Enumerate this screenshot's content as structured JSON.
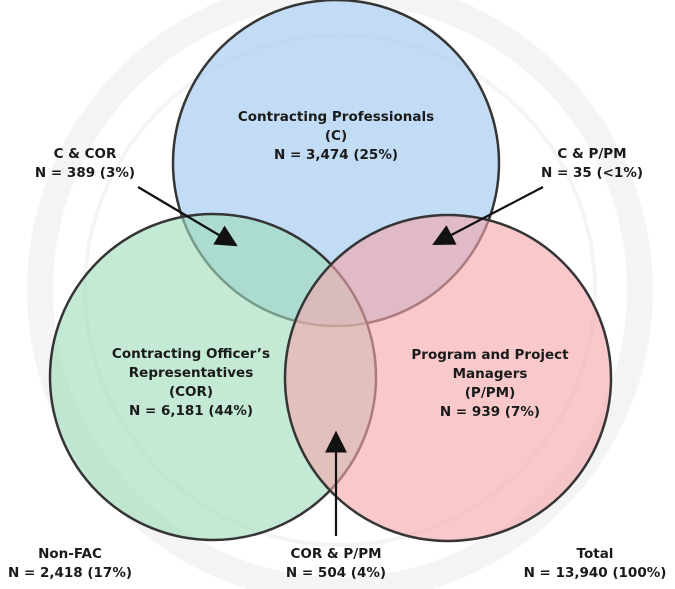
{
  "diagram": {
    "sets": {
      "c": {
        "lines": [
          "Contracting Professionals",
          "(C)",
          "N = 3,474 (25%)"
        ],
        "fill": "#a9cff0",
        "stroke": "#353535"
      },
      "cor": {
        "lines": [
          "Contracting Officer’s",
          "Representatives",
          "(COR)",
          "N = 6,181 (44%)"
        ],
        "fill": "#9fdcbc",
        "stroke": "#353535"
      },
      "ppm": {
        "lines": [
          "Program and Project",
          "Managers",
          "(P/PM)",
          "N = 939 (7%)"
        ],
        "fill": "#f3a7ab",
        "stroke": "#353535"
      }
    },
    "overlaps": {
      "c_cor": {
        "lines": [
          "C & COR",
          "N = 389 (3%)"
        ]
      },
      "c_ppm": {
        "lines": [
          "C & P/PM",
          "N = 35 (<1%)"
        ]
      },
      "cor_ppm": {
        "lines": [
          "COR & P/PM",
          "N = 504 (4%)"
        ]
      }
    },
    "non_fac": {
      "lines": [
        "Non-FAC",
        "N = 2,418 (17%)"
      ]
    },
    "total": {
      "lines": [
        "Total",
        "N = 13,940 (100%)"
      ]
    },
    "arrow_color": "#111111"
  }
}
